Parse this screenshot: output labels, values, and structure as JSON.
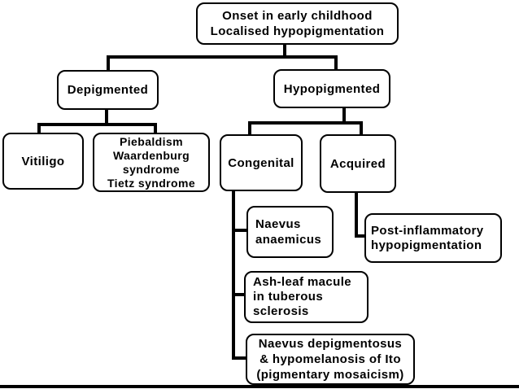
{
  "colors": {
    "background": "#ffffff",
    "line": "#000000",
    "box_border": "#000000",
    "text": "#000000"
  },
  "tree": {
    "root": {
      "label": "Onset in early childhood\nLocalised hypopigmentation"
    },
    "depigmented": {
      "label": "Depigmented",
      "vitiligo": {
        "label": "Vitiligo"
      },
      "piebaldism": {
        "label": "Piebaldism\nWaardenburg\nsyndrome\nTietz syndrome"
      }
    },
    "hypopigmented": {
      "label": "Hypopigmented",
      "congenital": {
        "label": "Congenital",
        "naevus_anaemicus": {
          "label": "Naevus\nanaemicus"
        },
        "ash_leaf": {
          "label": "Ash-leaf macule\nin tuberous\nsclerosis"
        },
        "naevus_depigmentosus": {
          "label": "Naevus depigmentosus\n& hypomelanosis of Ito\n(pigmentary mosaicism)"
        }
      },
      "acquired": {
        "label": "Acquired",
        "post_inflammatory": {
          "label": "Post-inflammatory\nhypopigmentation"
        }
      }
    }
  }
}
